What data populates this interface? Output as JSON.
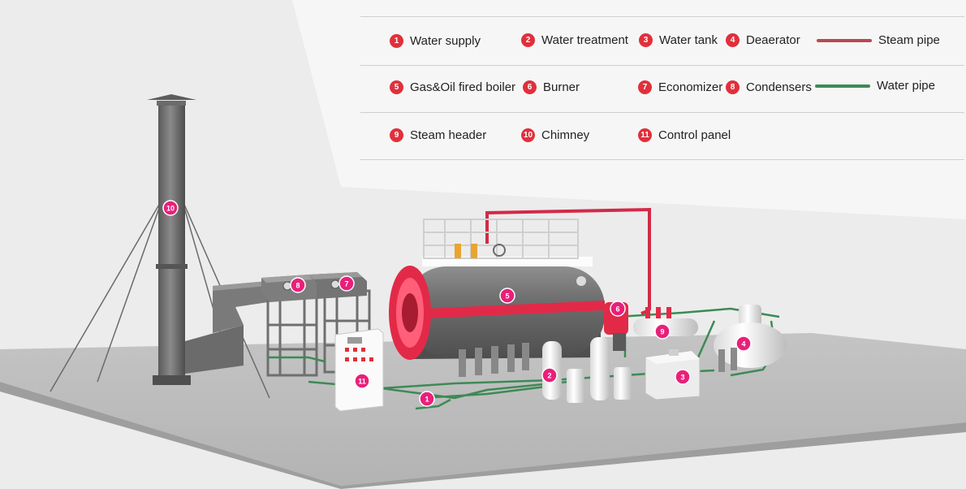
{
  "colors": {
    "accent_red": "#e0303c",
    "steam_pipe": "#b84a4f",
    "water_pipe": "#3d8a55",
    "boiler_red": "#e22a48",
    "equipment_gray": "#6d6d6d"
  },
  "legend": {
    "items": [
      {
        "num": "1",
        "label": "Water supply"
      },
      {
        "num": "2",
        "label": "Water treatment"
      },
      {
        "num": "3",
        "label": "Water tank"
      },
      {
        "num": "4",
        "label": "Deaerator"
      },
      {
        "num": "5",
        "label": "Gas&Oil fired boiler"
      },
      {
        "num": "6",
        "label": "Burner"
      },
      {
        "num": "7",
        "label": "Economizer"
      },
      {
        "num": "8",
        "label": "Condensers"
      },
      {
        "num": "9",
        "label": "Steam header"
      },
      {
        "num": "10",
        "label": "Chimney"
      },
      {
        "num": "11",
        "label": "Control panel"
      }
    ],
    "pipes": [
      {
        "label": "Steam pipe",
        "color_key": "steam_pipe"
      },
      {
        "label": "Water pipe",
        "color_key": "water_pipe"
      }
    ]
  },
  "markers": [
    "10",
    "8",
    "7",
    "5",
    "6",
    "9",
    "4",
    "3",
    "2",
    "11",
    "1"
  ]
}
